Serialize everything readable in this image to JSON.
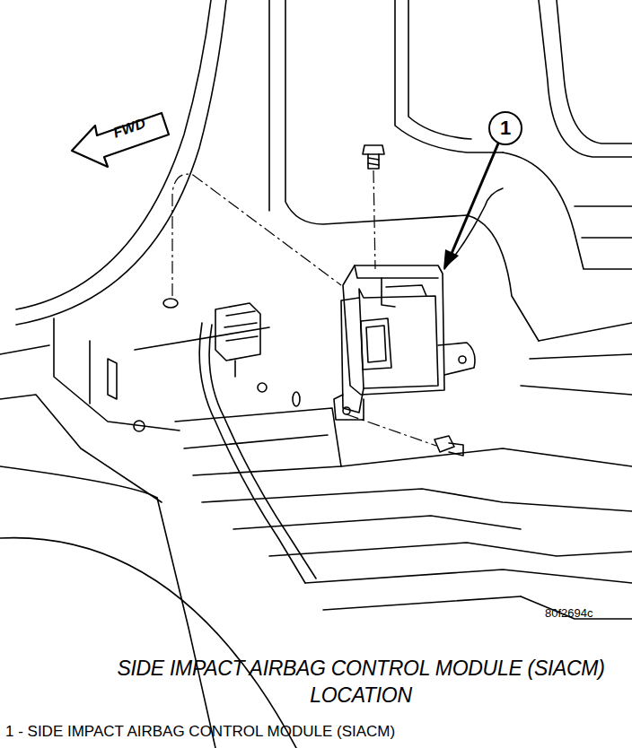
{
  "diagram": {
    "title": "SIDE IMPACT AIRBAG CONTROL MODULE (SIACM) LOCATION",
    "nodes": [
      {
        "text": [
          "FWD"
        ]
      },
      {
        "text": [
          "1"
        ]
      }
    ],
    "labels": [
      "80f2694c",
      "1 - SIDE IMPACT AIRBAG CONTROL MODULE (SIACM)"
    ]
  }
}
